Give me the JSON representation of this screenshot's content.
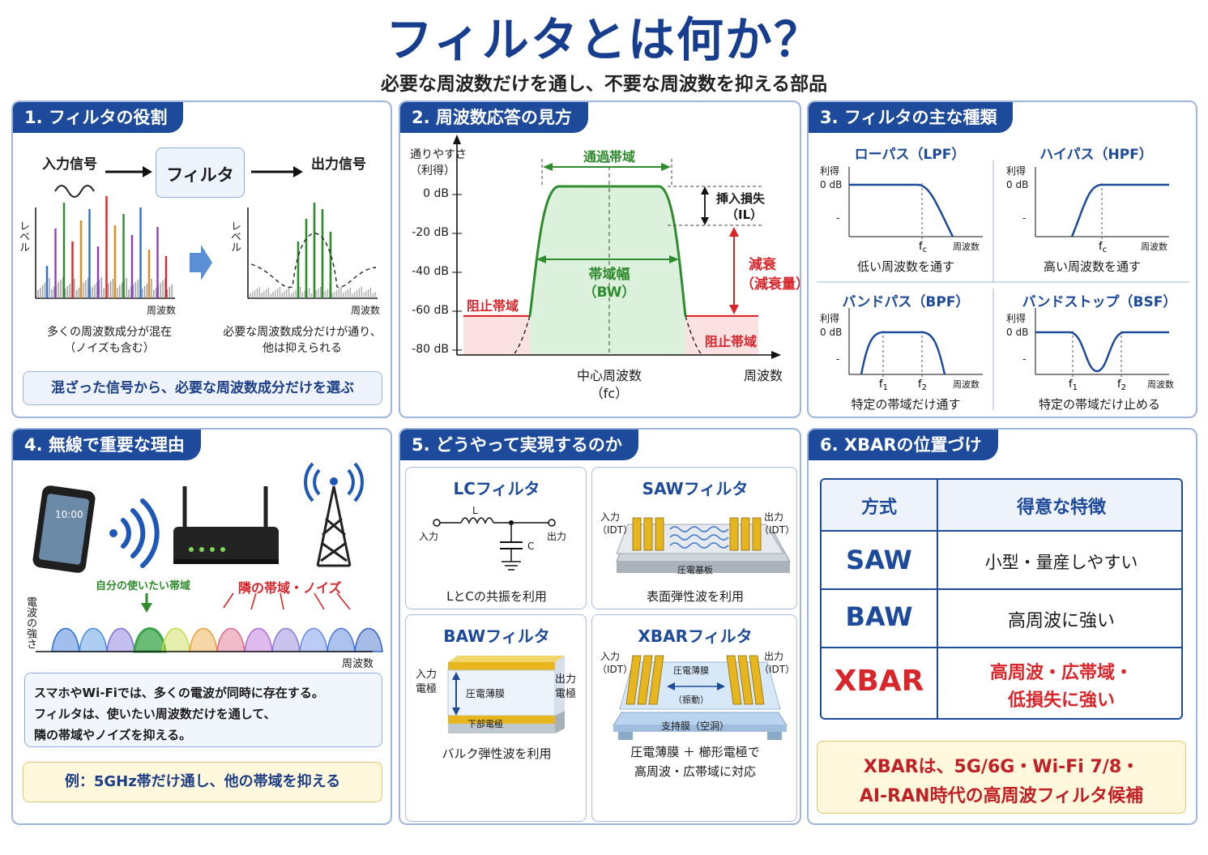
{
  "title": "フィルタとは何か？",
  "subtitle": "必要な周波数だけを通し、不要な周波数を抑える部品",
  "p1": {
    "title": "1. フィルタの役割",
    "input": "入力信号",
    "filter": "フィルタ",
    "output": "出力信号",
    "ylabel": "レベル",
    "xlabel": "周波数",
    "cap1a": "多くの周波数成分が混在",
    "cap1b": "（ノイズも含む）",
    "cap2a": "必要な周波数成分だけが通り、",
    "cap2b": "他は抑えられる",
    "summary": "混ざった信号から、必要な周波数成分だけを選ぶ"
  },
  "p2": {
    "title": "2. 周波数応答の見方",
    "ylabel1": "通りやすさ",
    "ylabel2": "（利得）",
    "ticks": [
      "0 dB",
      "-20 dB",
      "-40 dB",
      "-60 dB",
      "-80 dB"
    ],
    "passband": "通過帯域",
    "il1": "挿入損失",
    "il2": "（IL）",
    "atten1": "減衰",
    "atten2": "（減衰量）",
    "bw1": "帯域幅",
    "bw2": "（BW）",
    "stop_left": "阻止帯域",
    "stop_right": "阻止帯域",
    "center1": "中心周波数",
    "center2": "（fc）",
    "xlabel": "周波数"
  },
  "p3": {
    "title": "3. フィルタの主な種類",
    "gain": "利得",
    "zero": "0 dB",
    "dash": "-",
    "freq": "周波数",
    "lpf": {
      "name": "ローパス（LPF）",
      "cap": "低い周波数を通す"
    },
    "hpf": {
      "name": "ハイパス（HPF）",
      "cap": "高い周波数を通す"
    },
    "bpf": {
      "name": "バンドパス（BPF）",
      "cap": "特定の帯域だけ通す"
    },
    "bsf": {
      "name": "バンドストップ（BSF）",
      "cap": "特定の帯域だけ止める"
    }
  },
  "p4": {
    "title": "4. 無線で重要な理由",
    "phone_time": "10:00",
    "wanted": "自分の使いたい帯域",
    "neighbor": "隣の帯域・ノイズ",
    "ylabel": "電波の強さ",
    "xlabel": "周波数",
    "desc1": "スマホやWi-Fiでは、多くの電波が同時に存在する。",
    "desc2": "フィルタは、使いたい周波数だけを通して、",
    "desc3": "隣の帯域やノイズを抑える。",
    "example": "例：5GHz帯だけ通し、他の帯域を抑える"
  },
  "p5": {
    "title": "5. どうやって実現するのか",
    "lc": {
      "name": "LCフィルタ",
      "in": "入力",
      "out": "出力",
      "l": "L",
      "c": "C",
      "cap": "LとCの共振を利用"
    },
    "saw": {
      "name": "SAWフィルタ",
      "in1": "入力",
      "in2": "（IDT）",
      "out1": "出力",
      "out2": "（IDT）",
      "sub": "圧電基板",
      "cap": "表面弾性波を利用"
    },
    "baw": {
      "name": "BAWフィルタ",
      "in1": "入力",
      "in2": "電極",
      "out1": "出力",
      "out2": "電極",
      "film": "圧電薄膜",
      "bottom": "下部電極",
      "cap": "バルク弾性波を利用"
    },
    "xbar": {
      "name": "XBARフィルタ",
      "in1": "入力",
      "in2": "（IDT）",
      "out1": "出力",
      "out2": "（IDT）",
      "film1": "圧電薄膜",
      "film2": "（振動）",
      "support": "支持膜（空洞）",
      "cap1": "圧電薄膜 ＋ 櫛形電極で",
      "cap2": "高周波・広帯域に対応"
    }
  },
  "p6": {
    "title": "6. XBARの位置づけ",
    "col1": "方式",
    "col2": "得意な特徴",
    "rows": [
      {
        "name": "SAW",
        "feat1": "小型・量産しやすい",
        "feat2": ""
      },
      {
        "name": "BAW",
        "feat1": "高周波に強い",
        "feat2": ""
      },
      {
        "name": "XBAR",
        "feat1": "高周波・広帯域・",
        "feat2": "低損失に強い"
      }
    ],
    "note1": "XBARは、5G/6G・Wi-Fi 7/8・",
    "note2": "AI-RAN時代の高周波フィルタ候補"
  },
  "colors": {
    "navy": "#1d4a9b",
    "green": "#2e8b2e",
    "red": "#d9262b",
    "blue": "#1d4a9b"
  }
}
